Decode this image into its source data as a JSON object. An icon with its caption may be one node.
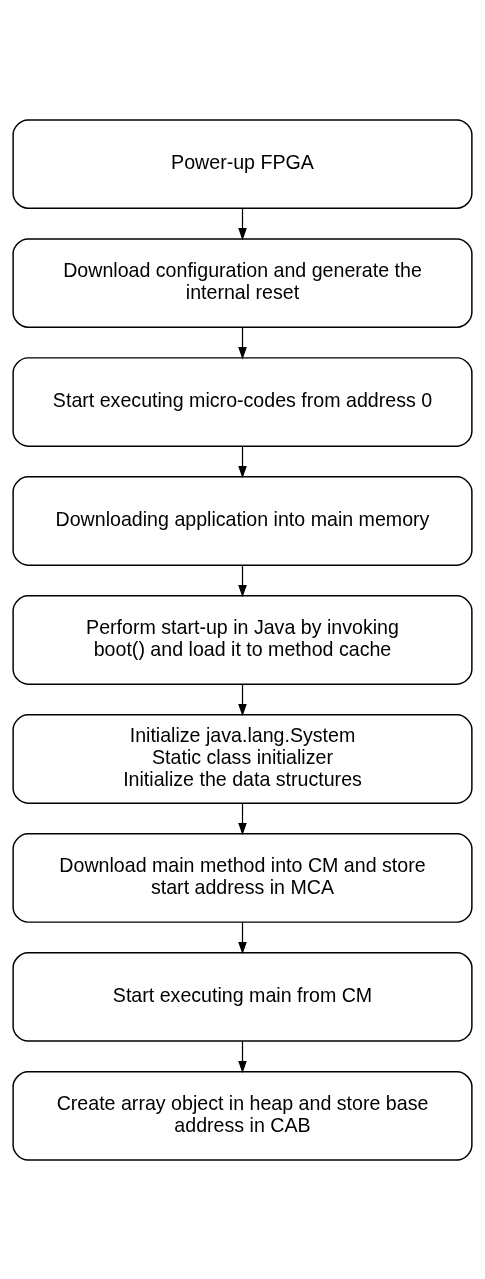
{
  "diagram": {
    "nodes": [
      {
        "text": [
          "Power-up FPGA"
        ]
      },
      {
        "text": [
          "Download configuration and generate the internal reset"
        ]
      },
      {
        "text": [
          "Start executing micro-codes from address 0"
        ]
      },
      {
        "text": [
          "Downloading application into main memory"
        ]
      },
      {
        "text": [
          "Perform start-up in Java by invoking boot() and load it to method cache"
        ]
      },
      {
        "text": [
          "Initialize java.lang.System",
          "Static class initializer",
          "Initialize the data structures"
        ]
      },
      {
        "text": [
          "Download main method into CM and store start address in MCA"
        ]
      },
      {
        "text": [
          "Start executing main from CM"
        ]
      },
      {
        "text": [
          "Create array object in heap and store base address in CAB"
        ]
      }
    ],
    "edges": [
      {
        "from": 0,
        "to": 1,
        "arrow": "to"
      },
      {
        "from": 1,
        "to": 2,
        "arrow": "to"
      },
      {
        "from": 2,
        "to": 3,
        "arrow": "to"
      },
      {
        "from": 3,
        "to": 4,
        "arrow": "to"
      },
      {
        "from": 4,
        "to": 5,
        "arrow": "to"
      },
      {
        "from": 5,
        "to": 6,
        "arrow": "to"
      },
      {
        "from": 6,
        "to": 7,
        "arrow": "to"
      },
      {
        "from": 7,
        "to": 8,
        "arrow": "to"
      }
    ]
  }
}
